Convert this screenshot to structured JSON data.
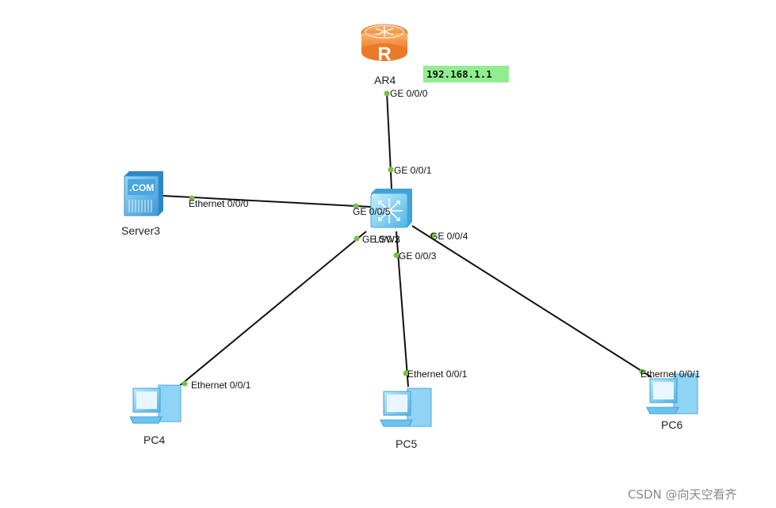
{
  "nodes": {
    "router": {
      "name": "AR4"
    },
    "switch": {
      "name": "LSW3"
    },
    "server": {
      "name": "Server3",
      "screen_text": ".COM"
    },
    "pc4": {
      "name": "PC4"
    },
    "pc5": {
      "name": "PC5"
    },
    "pc6": {
      "name": "PC6"
    }
  },
  "ip_label": "192.168.1.1",
  "ports": {
    "ar4_ge000": "GE 0/0/0",
    "lsw_ge001": "GE 0/0/1",
    "lsw_ge005": "GE 0/0/5",
    "lsw_ge002": "GE 0/0/2",
    "lsw_ge003": "GE 0/0/3",
    "lsw_ge004": "GE 0/0/4",
    "server_eth000": "Ethernet 0/0/0",
    "pc4_eth001": "Ethernet 0/0/1",
    "pc5_eth001": "Ethernet 0/0/1",
    "pc6_eth001": "Ethernet 0/0/1"
  },
  "colors": {
    "link": "#111111",
    "port_dot": "#7ac143",
    "ip_box": "#90ee90",
    "router_orange": "#f28c38",
    "device_blue": "#6cc4f0"
  },
  "watermark": "CSDN @向天空看齐"
}
